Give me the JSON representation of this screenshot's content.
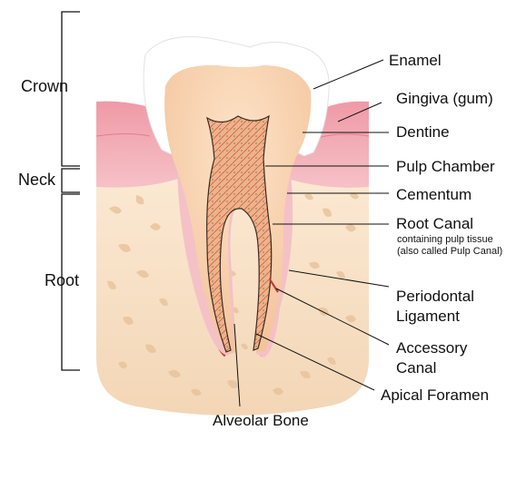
{
  "regions": {
    "crown": "Crown",
    "neck": "Neck",
    "root": "Root"
  },
  "labels": {
    "enamel": "Enamel",
    "gingiva": "Gingiva (gum)",
    "dentine": "Dentine",
    "pulp_chamber": "Pulp Chamber",
    "cementum": "Cementum",
    "root_canal": "Root Canal",
    "root_canal_note": "containing pulp tissue (also called Pulp Canal)",
    "periodontal_1": "Periodontal",
    "periodontal_2": "Ligament",
    "accessory_1": "Accessory",
    "accessory_2": "Canal",
    "apical_foramen": "Apical Foramen",
    "alveolar_bone": "Alveolar Bone"
  },
  "colors": {
    "enamel": "#ffffff",
    "gingiva": "#f0a3ad",
    "dentine": "#f7d3b2",
    "pulp": "#e9a07f",
    "cementum": "#f6c3c8",
    "bone": "#f7e3c9",
    "bone_spots": "#e7c39c",
    "ligament": "#c73a30",
    "outline": "#3b2a22"
  }
}
